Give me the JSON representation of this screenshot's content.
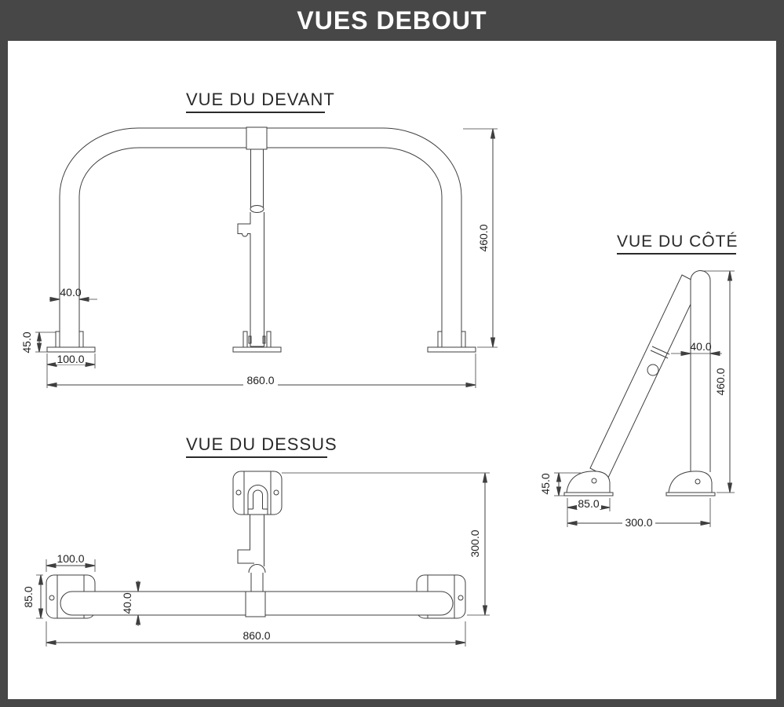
{
  "header": {
    "title": "VUES DEBOUT"
  },
  "views": {
    "front": {
      "title": "VUE DU DEVANT",
      "dims": {
        "tube_width": "40.0",
        "sleeve_height": "45.0",
        "base_plate_width": "100.0",
        "overall_width": "860.0",
        "overall_height": "460.0"
      }
    },
    "side": {
      "title": "VUE DU CÔTÉ",
      "dims": {
        "tube_width": "40.0",
        "overall_height": "460.0",
        "foot_height": "45.0",
        "foot_width": "85.0",
        "overall_depth": "300.0"
      }
    },
    "top": {
      "title": "VUE DU DESSUS",
      "dims": {
        "base_plate_width": "100.0",
        "base_plate_depth": "85.0",
        "tube_width": "40.0",
        "overall_width": "860.0",
        "overall_depth": "300.0"
      }
    }
  },
  "colors": {
    "frame": "#474747",
    "canvas": "#ffffff",
    "line": "#3f3f3f",
    "title_text": "#ffffff",
    "dim_text": "#1f1f1f"
  }
}
